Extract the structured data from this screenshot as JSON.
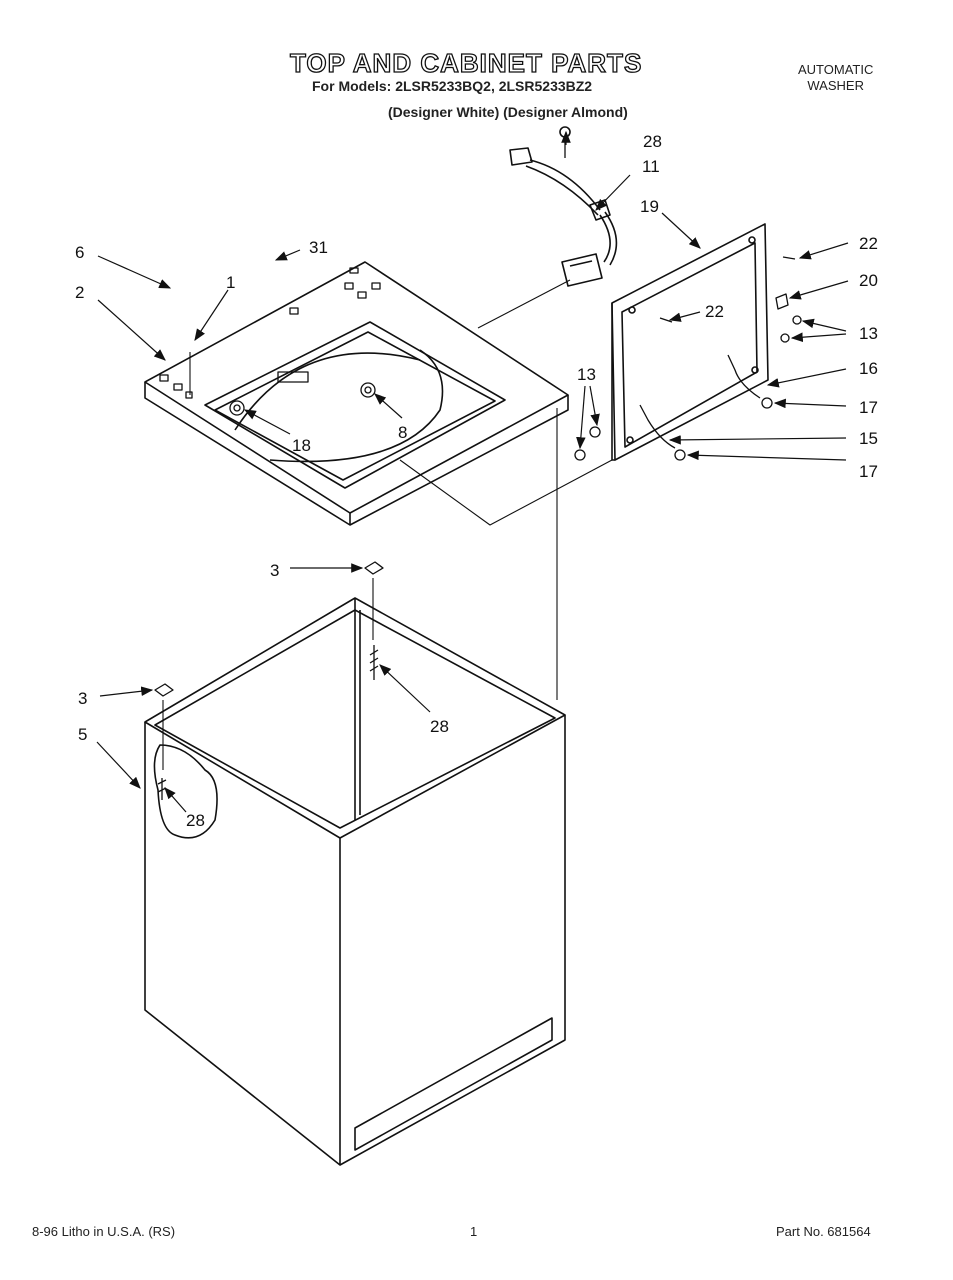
{
  "header": {
    "title": "TOP AND CABINET PARTS",
    "models": "For Models: 2LSR5233BQ2, 2LSR5233BZ2",
    "variants": "(Designer White) (Designer Almond)",
    "appliance_line1": "AUTOMATIC",
    "appliance_line2": "WASHER"
  },
  "callouts": {
    "c28_top": "28",
    "c11": "11",
    "c19": "19",
    "c22_right": "22",
    "c20": "20",
    "c22_mid": "22",
    "c13_right": "13",
    "c16": "16",
    "c17_upper": "17",
    "c15": "15",
    "c17_lower": "17",
    "c13_left": "13",
    "c6": "6",
    "c31": "31",
    "c1": "1",
    "c2": "2",
    "c18": "18",
    "c8": "8",
    "c3_upper": "3",
    "c28_mid": "28",
    "c3_lower": "3",
    "c5": "5",
    "c28_low": "28"
  },
  "footer": {
    "litho": "8-96 Litho in U.S.A. (RS)",
    "page": "1",
    "part_no": "Part No. 681564"
  }
}
